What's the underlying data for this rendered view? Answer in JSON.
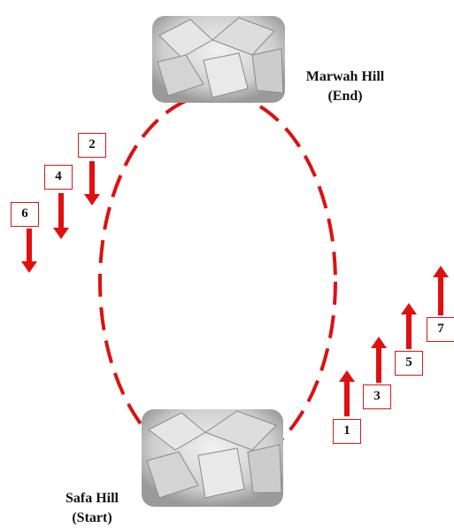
{
  "title": "",
  "hills": {
    "top": {
      "name": "Marwah Hill",
      "role": "(End)"
    },
    "bottom": {
      "name": "Safa Hill",
      "role": "(Start)"
    }
  },
  "steps": [
    {
      "label": "1",
      "direction": "up"
    },
    {
      "label": "2",
      "direction": "down"
    },
    {
      "label": "3",
      "direction": "up"
    },
    {
      "label": "4",
      "direction": "down"
    },
    {
      "label": "5",
      "direction": "up"
    },
    {
      "label": "6",
      "direction": "down"
    },
    {
      "label": "7",
      "direction": "up"
    }
  ],
  "colors": {
    "arrow": "#e01010",
    "path": "#dd1111",
    "rock": "#c9c9c9"
  }
}
